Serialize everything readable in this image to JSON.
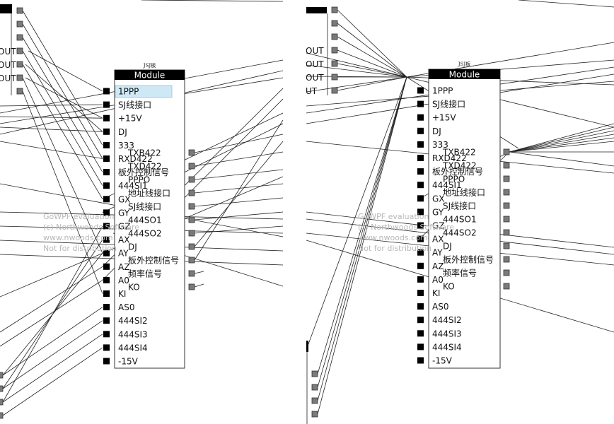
{
  "panels": [
    {
      "id": "left",
      "node": {
        "title": "JSJ板",
        "header": "Module",
        "left_ports": [
          "1PPP",
          "SJ线接口",
          "+15V",
          "DJ",
          "333",
          "RXD422",
          "板外控制信号",
          "444SI1",
          "GX",
          "GY",
          "GZ",
          "AX",
          "AY",
          "AZ",
          "A0",
          "KI",
          "AS0",
          "444SI2",
          "444SI3",
          "444SI4",
          "-15V"
        ],
        "right_ports": [
          "TXB422",
          "TXD422",
          "PPPO",
          "地址线接口",
          "SJ线接口",
          "444SO1",
          "444SO2",
          "DJ",
          "板外控制信号",
          "频率信号",
          "KO"
        ],
        "selected_port": "1PPP"
      },
      "edge_labels": [
        "OUT",
        "OUT",
        "OUT"
      ],
      "watermark": [
        "GoWPF evaluation",
        "(c) Northwoods Software",
        "www.nwoods.com",
        "Not for distribution"
      ]
    },
    {
      "id": "right",
      "node": {
        "title": "JSJ板",
        "header": "Module",
        "left_ports": [
          "1PPP",
          "SJ线接口",
          "+15V",
          "DJ",
          "333",
          "RXD422",
          "板外控制信号",
          "444SI1",
          "GX",
          "GY",
          "GZ",
          "AX",
          "AY",
          "AZ",
          "A0",
          "KI",
          "AS0",
          "444SI2",
          "444SI3",
          "444SI4",
          "-15V"
        ],
        "right_ports": [
          "TXB422",
          "TXD422",
          "PPPO",
          "地址线接口",
          "SJ线接口",
          "444SO1",
          "444SO2",
          "DJ",
          "板外控制信号",
          "频率信号",
          "KO"
        ],
        "selected_port": ""
      },
      "edge_labels": [
        "OUT",
        "OUT",
        "OUT",
        "UT"
      ],
      "watermark": [
        "GoWPF evaluation",
        "(c) Northwoods Software",
        "www.nwoods.com",
        "Not for distribution"
      ]
    }
  ],
  "colors": {
    "header_bg": "#000000",
    "port_fill_left": "#000000",
    "port_fill_right": "#7a7a7a",
    "selection": "#cfe8f5",
    "watermark": "#b8b8b8"
  }
}
